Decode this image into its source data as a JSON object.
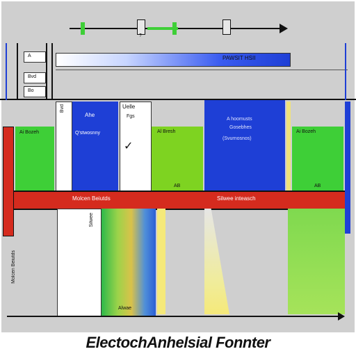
{
  "colors": {
    "panel": "#cfcfcf",
    "blue": "#1e3fd6",
    "green": "#3ecf37",
    "lime": "#a8e62e",
    "red": "#d52b1e",
    "dark_blue": "#2b2fbf"
  },
  "top_scale": {
    "label": "?"
  },
  "header_bar": {
    "label": "PAWSIT HSII"
  },
  "left_labels": [
    "A",
    "Bvd",
    "Bo"
  ],
  "columns": [
    {
      "title": "Ahe",
      "subtitle": "Q'stwosnny"
    },
    {
      "title": "Uelle",
      "subtitle": "Fgs"
    },
    {
      "title": "Al Bresh",
      "subtitle": ""
    },
    {
      "title": "A hoomusts",
      "subtitle": "Gosebhes",
      "note": "(Svurnosnos)"
    },
    {
      "title": "Ai Bozeh",
      "subtitle": ""
    }
  ],
  "bottom_tags": [
    "AB",
    "AB"
  ],
  "red_band": {
    "left_label": "Molcen Beiutds",
    "right_label": "Silwee inteasch"
  },
  "lower_labels": {
    "yellow_caption": "Alwae"
  },
  "footer": {
    "title": "ElectochAnhelsial Fonnter"
  }
}
